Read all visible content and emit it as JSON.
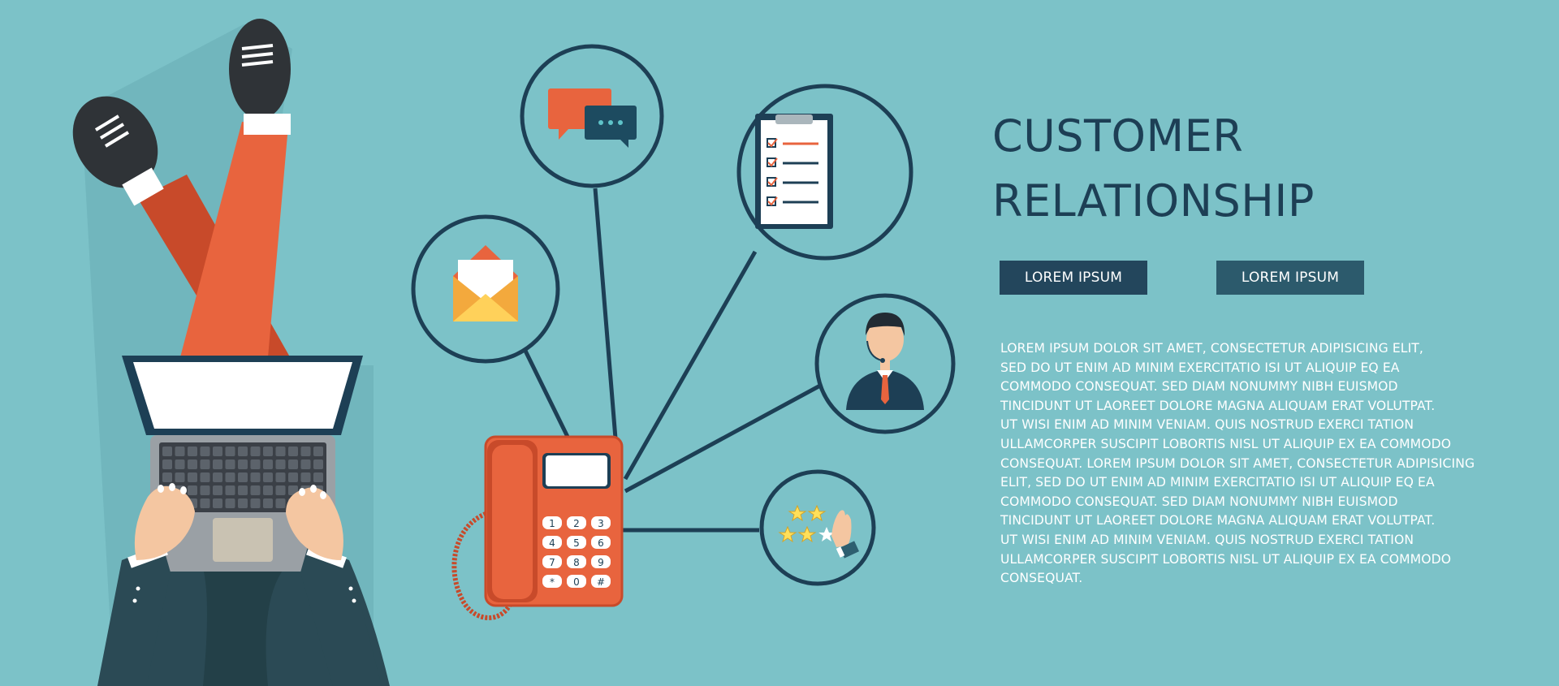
{
  "heading": {
    "line1": "CUSTOMER",
    "line2": "RELATIONSHIP"
  },
  "buttons": {
    "primary_label": "LOREM IPSUM",
    "secondary_label": "LOREM IPSUM"
  },
  "body_lines": [
    "LOREM IPSUM DOLOR SIT AMET, CONSECTETUR ADIPISICING ELIT,",
    "SED DO UT ENIM AD MINIM EXERCITATIO ISI UT ALIQUIP EQ EA",
    "COMMODO CONSEQUAT. SED DIAM NONUMMY NIBH EUISMOD",
    "TINCIDUNT UT LAOREET DOLORE MAGNA ALIQUAM ERAT VOLUTPAT.",
    "UT WISI ENIM AD MINIM VENIAM. QUIS NOSTRUD EXERCI TATION",
    "ULLAMCORPER SUSCIPIT LOBORTIS NISL UT ALIQUIP EX EA COMMODO",
    "CONSEQUAT. LOREM IPSUM DOLOR SIT AMET, CONSECTETUR ADIPISICING",
    "ELIT, SED DO UT ENIM AD MINIM EXERCITATIO ISI UT ALIQUIP EQ EA",
    "COMMODO CONSEQUAT. SED DIAM NONUMMY NIBH EUISMOD",
    "TINCIDUNT UT LAOREET DOLORE MAGNA ALIQUAM ERAT VOLUTPAT.",
    "UT WISI ENIM AD MINIM VENIAM. QUIS NOSTRUD EXERCI TATION",
    "ULLAMCORPER SUSCIPIT LOBORTIS NISL UT ALIQUIP EX EA COMMODO",
    "CONSEQUAT."
  ],
  "phone_keys": [
    "1",
    "2",
    "3",
    "4",
    "5",
    "6",
    "7",
    "8",
    "9",
    "*",
    "0",
    "#"
  ],
  "icons": [
    "chat-bubbles-icon",
    "checklist-clipboard-icon",
    "envelope-icon",
    "support-agent-icon",
    "star-rating-icon",
    "telephone-icon",
    "laptop-icon"
  ],
  "colors": {
    "background": "#7cc2c8",
    "navy": "#1d3f55",
    "orange": "#e8643e",
    "button_primary": "#23465c",
    "button_secondary": "#2c5a6c"
  }
}
